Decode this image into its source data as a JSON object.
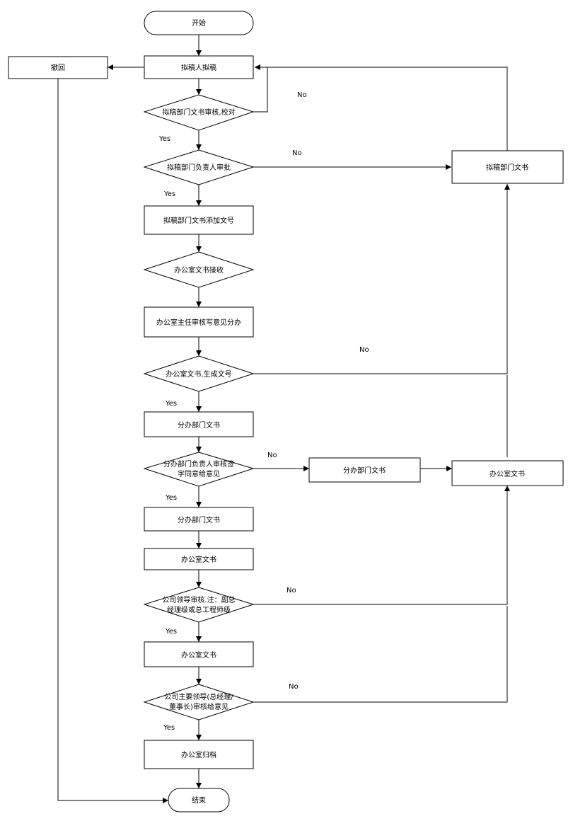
{
  "nodes": {
    "start": "开始",
    "draft": "拟稿人拟稿",
    "revoke": "撤回",
    "proofread": "拟稿部门文书审核,校对",
    "dept_head_approve": "拟稿部门负责人审批",
    "draft_dept_clerk_right": "拟稿部门文书",
    "add_doc_no": "拟稿部门文书添加文号",
    "office_receive": "办公室文书接收",
    "office_director": "办公室主任审核写意见分办",
    "office_generate_no": "办公室文书,生成文号",
    "assigned_dept_clerk_1": "分办部门文书",
    "assigned_head_sign_l1": "分办部门负责人审核签",
    "assigned_head_sign_l2": "字同意给意见",
    "assigned_dept_clerk_mid": "分办部门文书",
    "office_clerk_right": "办公室文书",
    "assigned_dept_clerk_2": "分办部门文书",
    "office_clerk_1": "办公室文书",
    "leader_review_l1": "公司领导审核.注：副总",
    "leader_review_l2": "经理级或总工程师级",
    "office_clerk_2": "办公室文书",
    "chief_review_l1": "公司主要领导(总经理/",
    "chief_review_l2": "董事长)审核给意见",
    "archive": "办公室归档",
    "end": "结束"
  },
  "edge_labels": {
    "no_proofread": "No",
    "yes_proofread": "Yes",
    "no_dept_head": "No",
    "yes_dept_head": "Yes",
    "no_generate_no": "No",
    "yes_generate_no": "Yes",
    "no_assigned_head": "No",
    "yes_assigned_head": "Yes",
    "no_leader": "No",
    "yes_leader": "Yes",
    "no_chief": "No",
    "yes_chief": "Yes"
  }
}
